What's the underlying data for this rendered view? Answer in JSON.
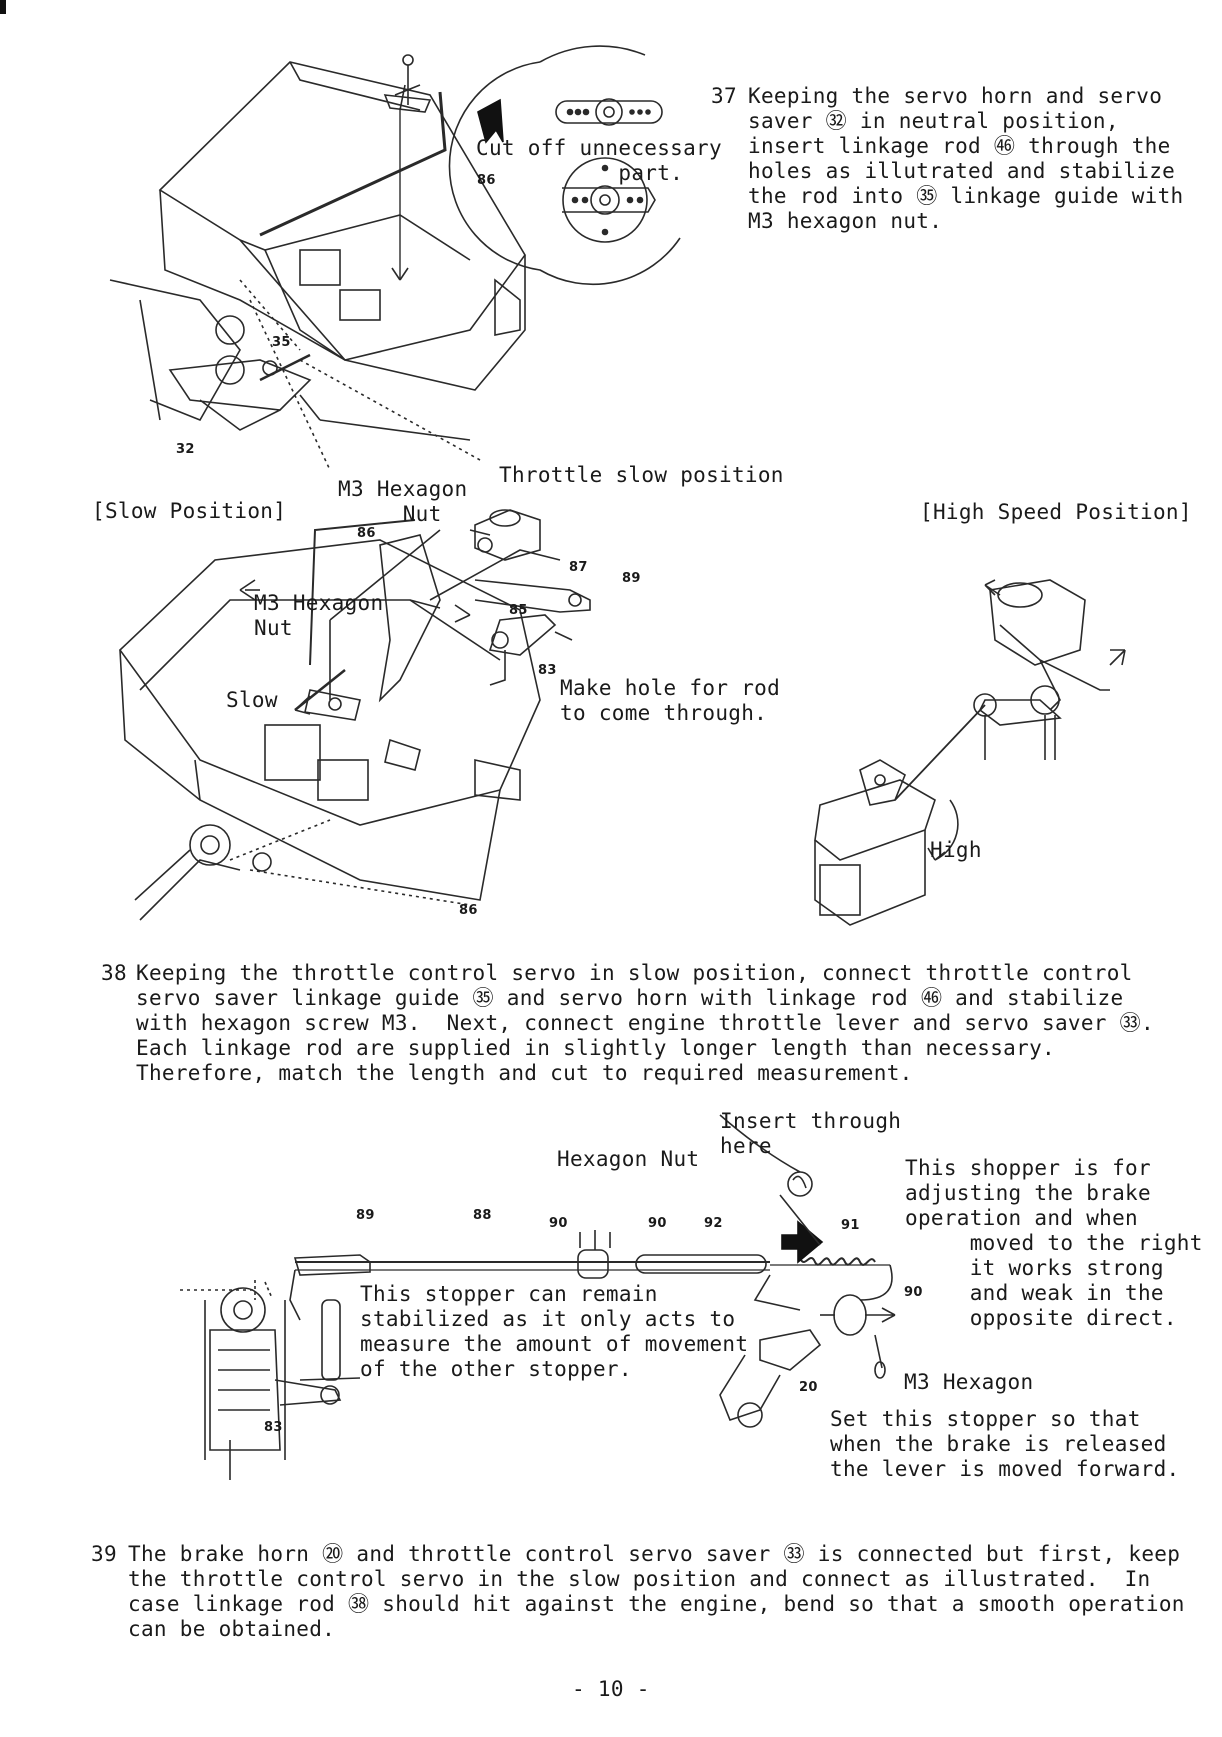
{
  "step37": {
    "number": "37",
    "lines": [
      "Keeping the servo horn and servo",
      "saver ㉜ in neutral position,",
      "insert linkage rod ㊻ through the",
      "holes as illutrated and stabilize",
      "the rod into ㉟ linkage guide with",
      "M3 hexagon nut."
    ],
    "callout_cut": "Cut off unnecessary\n           part.",
    "labels": {
      "n86": "86",
      "n35": "35",
      "n32": "32"
    }
  },
  "middle": {
    "m3_hexagon_nut_top": "M3 Hexagon\n     Nut",
    "throttle_slow": "Throttle slow position",
    "slow_position": "[Slow Position]",
    "high_speed_position": "[High Speed Position]",
    "m3_hexagon_nut_left": "M3 Hexagon\nNut",
    "slow": "Slow",
    "make_hole": "Make hole for rod\nto come through.",
    "high": "High",
    "labels": {
      "n86a": "86",
      "n87": "87",
      "n89": "89",
      "n85": "85",
      "n83": "83",
      "n86b": "86"
    }
  },
  "step38": {
    "number": "38",
    "lines": [
      "Keeping the throttle control servo in slow position, connect throttle control",
      "servo saver linkage guide ㉟ and servo horn with linkage rod ㊻ and stabilize",
      "with hexagon screw M3.  Next, connect engine throttle lever and servo saver ㉝.",
      "Each linkage rod are supplied in slightly longer length than necessary.",
      "Therefore, match the length and cut to required measurement."
    ]
  },
  "lower": {
    "insert_through": "Insert through\nhere",
    "hexagon_nut": "Hexagon Nut",
    "stopper_shopper": "This shopper is for\nadjusting the brake\noperation and when\n     moved to the right\n     it works strong\n     and weak in the\n     opposite direct.",
    "stopper_remain": "This stopper can remain\nstabilized as it only acts to\nmeasure the amount of movement\nof the other stopper.",
    "m3_hexagon": "M3 Hexagon",
    "set_stopper": "Set this stopper so that\nwhen the brake is released\nthe lever is moved forward.",
    "labels": {
      "n89": "89",
      "n88": "88",
      "n90a": "90",
      "n90b": "90",
      "n92": "92",
      "n91": "91",
      "n90c": "90",
      "n20": "20",
      "n83": "83"
    }
  },
  "step39": {
    "number": "39",
    "lines": [
      "The brake horn ⑳ and throttle control servo saver ㉝ is connected but first, keep",
      "the throttle control servo in the slow position and connect as illustrated.  In",
      "case linkage rod ㊳ should hit against the engine, bend so that a smooth operation",
      "can be obtained."
    ]
  },
  "page_number": "- 10 -"
}
